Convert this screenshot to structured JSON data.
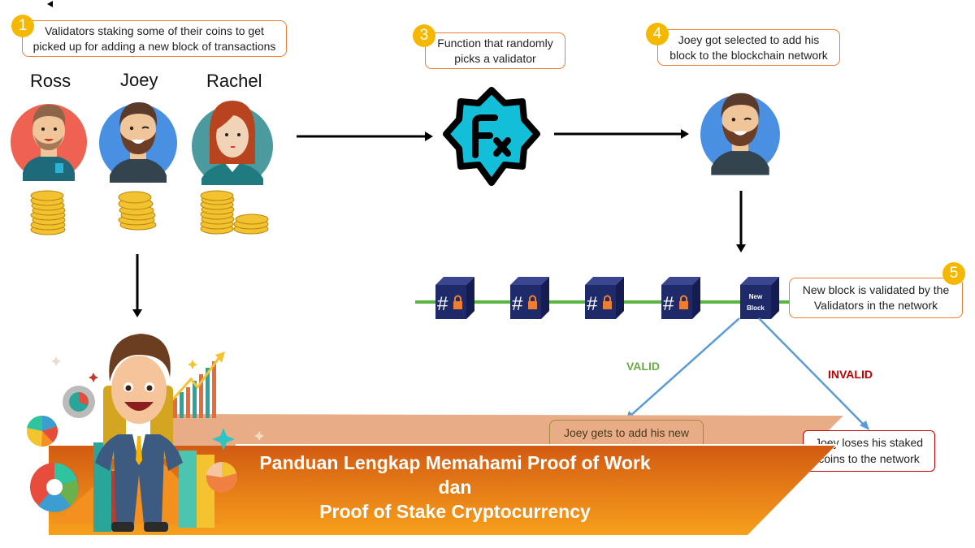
{
  "steps": {
    "step1": {
      "number": "1",
      "text": "Validators staking some of their coins to get picked up for adding a new block of transactions"
    },
    "step3": {
      "number": "3",
      "text": "Function that randomly picks a validator"
    },
    "step4": {
      "number": "4",
      "text": "Joey got selected to add his block to the blockchain network"
    },
    "step5": {
      "number": "5",
      "text": "New block is validated by the Validators in the network"
    }
  },
  "validators": [
    {
      "name": "Ross",
      "color": "#ef6150"
    },
    {
      "name": "Joey",
      "color": "#4a90e2"
    },
    {
      "name": "Rachel",
      "color": "#4a9a9e"
    }
  ],
  "function_icon": {
    "label": "Fx",
    "color": "#13bfd8"
  },
  "selected_validator": {
    "name": "Joey"
  },
  "blockchain": {
    "blocks": [
      "#",
      "#",
      "#",
      "#"
    ],
    "new_block_label": "New Block",
    "block_color": "#1f2a6b",
    "chain_color": "#5cb543"
  },
  "outcomes": {
    "valid_label": "VALID",
    "invalid_label": "INVALID",
    "valid_text": "Joey gets to add his new block to the chain",
    "invalid_text": "Joey loses his staked coins to the network"
  },
  "banner": {
    "title_line1": "Panduan Lengkap Memahami Proof of Work dan",
    "title_line2": "Proof of Stake Cryptocurrency"
  }
}
